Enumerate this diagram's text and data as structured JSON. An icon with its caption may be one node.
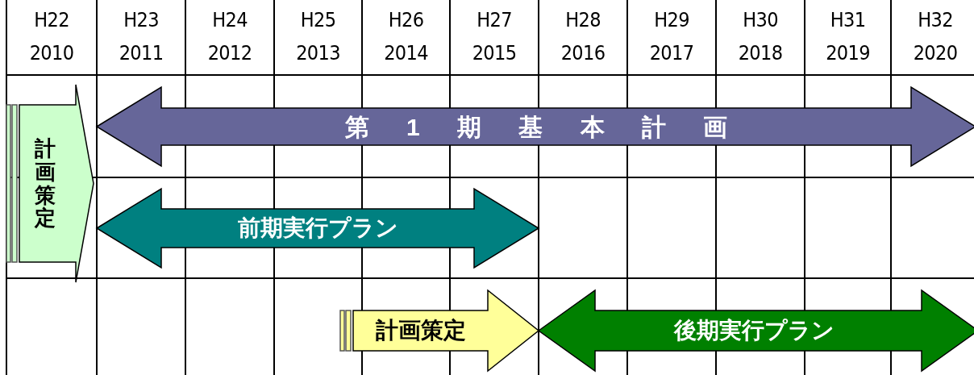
{
  "diagram": {
    "nodes": [
      {
        "text": [
          "計画策定"
        ]
      },
      {
        "text": [
          "第 1 期 基 本 計 画"
        ]
      },
      {
        "text": [
          "前期実行プラン"
        ]
      },
      {
        "text": [
          "計画策定"
        ]
      },
      {
        "text": [
          "後期実行プラン"
        ]
      }
    ],
    "labels": [
      "H22",
      "H23",
      "H24",
      "H25",
      "H26",
      "H27",
      "H28",
      "H29",
      "H30",
      "H31",
      "H32",
      "2010",
      "2011",
      "2012",
      "2013",
      "2014",
      "2015",
      "2016",
      "2017",
      "2018",
      "2019",
      "2020"
    ]
  }
}
